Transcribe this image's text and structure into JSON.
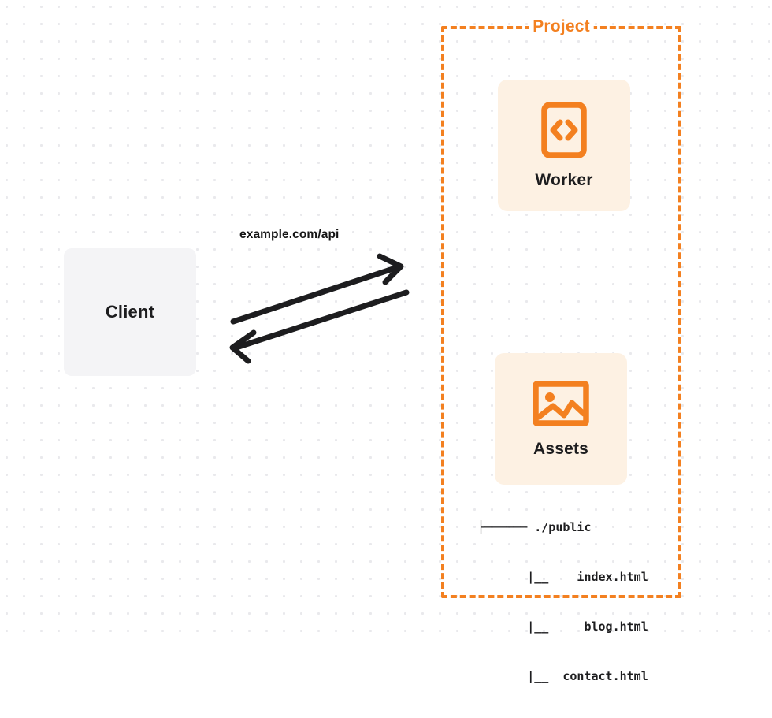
{
  "diagram": {
    "title": "Worker and Assets project architecture",
    "background": {
      "dot_color": "#e9e9ec",
      "page_color": "#ffffff"
    },
    "client": {
      "label": "Client",
      "fill": "#f4f4f6"
    },
    "connection": {
      "label": "example.com/api",
      "request_direction": "client-to-project",
      "response_direction": "project-to-client",
      "stroke": "#1d1d1f"
    },
    "project": {
      "label": "Project",
      "border_color": "#f38020",
      "border_style": "dashed"
    },
    "cards": [
      {
        "label": "Worker",
        "icon": "code-brackets-icon",
        "fill": "#fdf1e3",
        "icon_color": "#f38020"
      },
      {
        "label": "Assets",
        "icon": "image-icon",
        "fill": "#fdf1e3",
        "icon_color": "#f38020"
      }
    ],
    "file_tree": {
      "rows": [
        "├────── ./public",
        "       |__    index.html",
        "       |__     blog.html",
        "       |__  contact.html"
      ],
      "root": "./public",
      "files": [
        "index.html",
        "blog.html",
        "contact.html"
      ]
    }
  }
}
